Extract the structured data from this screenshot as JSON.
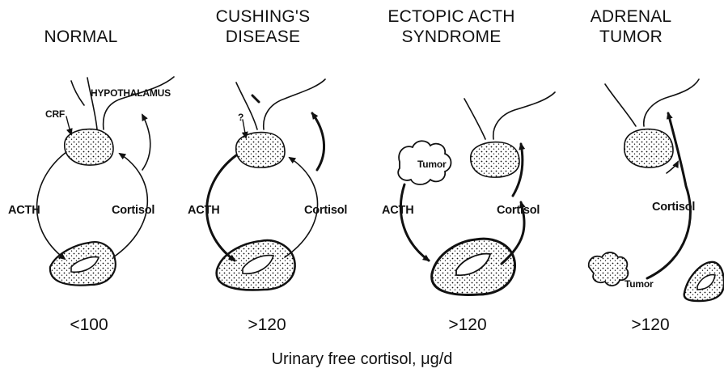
{
  "panels": [
    {
      "title_line1": "NORMAL",
      "title_line2": "",
      "value": "<100"
    },
    {
      "title_line1": "CUSHING'S",
      "title_line2": "DISEASE",
      "value": ">120"
    },
    {
      "title_line1": "ECTOPIC ACTH",
      "title_line2": "SYNDROME",
      "value": ">120"
    },
    {
      "title_line1": "ADRENAL",
      "title_line2": "TUMOR",
      "value": ">120"
    }
  ],
  "labels": {
    "hypothalamus": "HYPOTHALAMUS",
    "crf": "CRF",
    "question": "?",
    "acth": "ACTH",
    "cortisol": "Cortisol",
    "tumor": "Tumor"
  },
  "axis_label": "Urinary free cortisol, μg/d"
}
